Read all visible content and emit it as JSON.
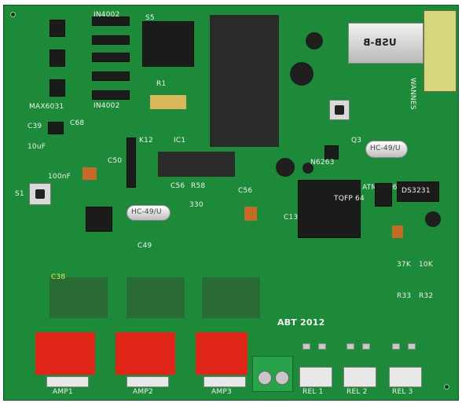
{
  "labels": {
    "max6031": "MAX6031",
    "in4002_top": "IN4002",
    "in4002_bottom": "IN4002",
    "s5": "S5",
    "r1": "R1",
    "ic1": "IC1",
    "k12": "K12",
    "c38": "C38",
    "c39": "C39",
    "c50": "C50",
    "c56": "C56",
    "r58": "R58",
    "val330": "330",
    "c56b": "C56",
    "c49": "C49",
    "c13": "C13",
    "tqfp64": "TQFP 64",
    "atmega": "ATMEGA64",
    "q3": "Q3",
    "n6263": "N6263",
    "usb": "USB-B",
    "crystal1": "HC-49/U",
    "crystal2": "HC-49/U",
    "ds3231": "DS3231",
    "r33": "R33",
    "r32": "R32",
    "val37k": "37K",
    "val10k": "10K",
    "abt": "ABT 2012",
    "amp1": "AMP1",
    "amp2": "AMP2",
    "amp3": "AMP3",
    "rel1": "REL 1",
    "rel2": "REL 2",
    "rel3": "REL 3",
    "s1": "S1",
    "wannes": "WANNES",
    "c10uf": "10uF",
    "c100nf": "100nF",
    "c68": "C68"
  },
  "colors": {
    "board": "#1d8a3a",
    "silkscreen": "#f0f0f0",
    "relay": "#e02418"
  }
}
